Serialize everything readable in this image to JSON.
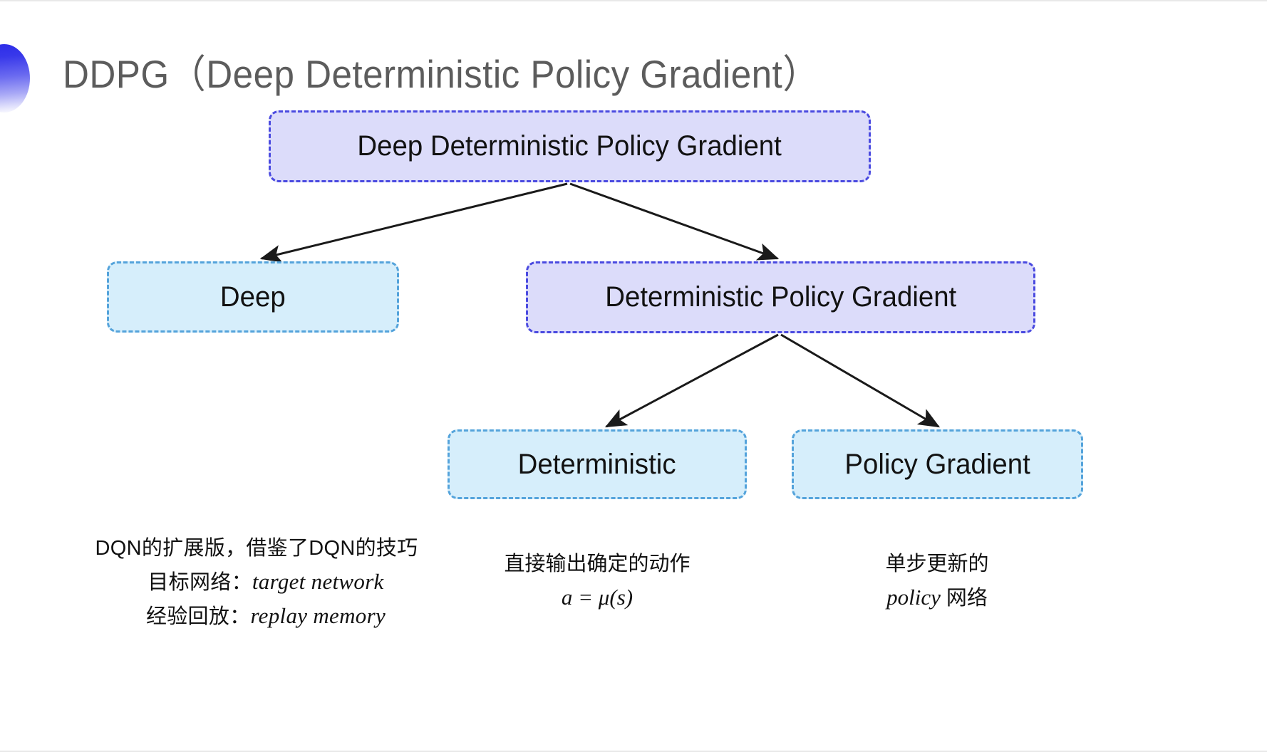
{
  "slide": {
    "title": "DDPG（Deep Deterministic Policy Gradient）",
    "accent_color": "#2c2ce8",
    "background": "#ffffff"
  },
  "palette": {
    "purple_fill": "#dcdcfa",
    "purple_border": "#4a4ae0",
    "cyan_fill": "#d6eefb",
    "cyan_border": "#54a3db",
    "arrow_color": "#1a1a1a",
    "title_color": "#5c5c5c"
  },
  "diagram": {
    "type": "tree",
    "nodes": [
      {
        "id": "root",
        "label": "Deep Deterministic Policy Gradient",
        "style": "purple",
        "level": 0
      },
      {
        "id": "deep",
        "label": "Deep",
        "style": "cyan",
        "level": 1
      },
      {
        "id": "dpg",
        "label": "Deterministic Policy Gradient",
        "style": "purple",
        "level": 1
      },
      {
        "id": "deterministic",
        "label": "Deterministic",
        "style": "cyan",
        "level": 2
      },
      {
        "id": "policy_gradient",
        "label": "Policy Gradient",
        "style": "cyan",
        "level": 2
      }
    ],
    "edges": [
      {
        "from": "root",
        "to": "deep"
      },
      {
        "from": "root",
        "to": "dpg"
      },
      {
        "from": "dpg",
        "to": "deterministic"
      },
      {
        "from": "dpg",
        "to": "policy_gradient"
      }
    ]
  },
  "captions": {
    "deep": {
      "line1": "DQN的扩展版，借鉴了DQN的技巧",
      "line2_label": "目标网络：",
      "line2_term": "target network",
      "line3_label": "经验回放：",
      "line3_term": "replay memory"
    },
    "deterministic": {
      "line1": "直接输出确定的动作",
      "formula": "a = μ(s)"
    },
    "policy_gradient": {
      "line1": "单步更新的",
      "line2_term": "policy",
      "line2_suffix": " 网络"
    }
  }
}
